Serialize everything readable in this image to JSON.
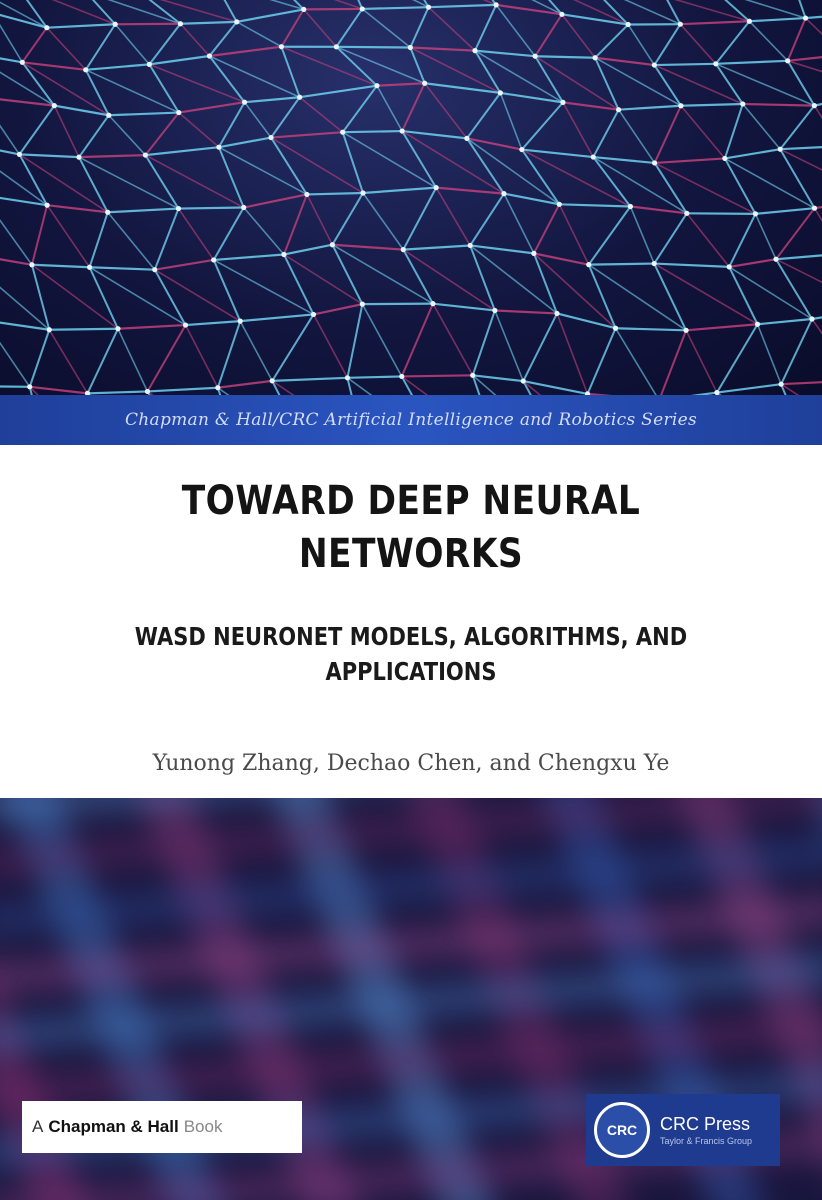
{
  "cover": {
    "series": "Chapman & Hall/CRC Artificial Intelligence and Robotics Series",
    "title": "TOWARD DEEP NEURAL NETWORKS",
    "subtitle": "WASD NEURONET MODELS, ALGORITHMS, AND APPLICATIONS",
    "authors": "Yunong Zhang, Dechao Chen, and Chengxu Ye"
  },
  "publisher": {
    "chapman_prefix": "A",
    "chapman_name": "Chapman & Hall",
    "chapman_suffix": "Book",
    "crc_logo_text": "CRC",
    "crc_name": "CRC Press",
    "crc_tagline": "Taylor & Francis Group"
  },
  "colors": {
    "series_band": "#2a55c0",
    "network_cyan": "#6fd0f0",
    "network_magenta": "#c0407a",
    "crc_blue": "#1f3b8f"
  }
}
